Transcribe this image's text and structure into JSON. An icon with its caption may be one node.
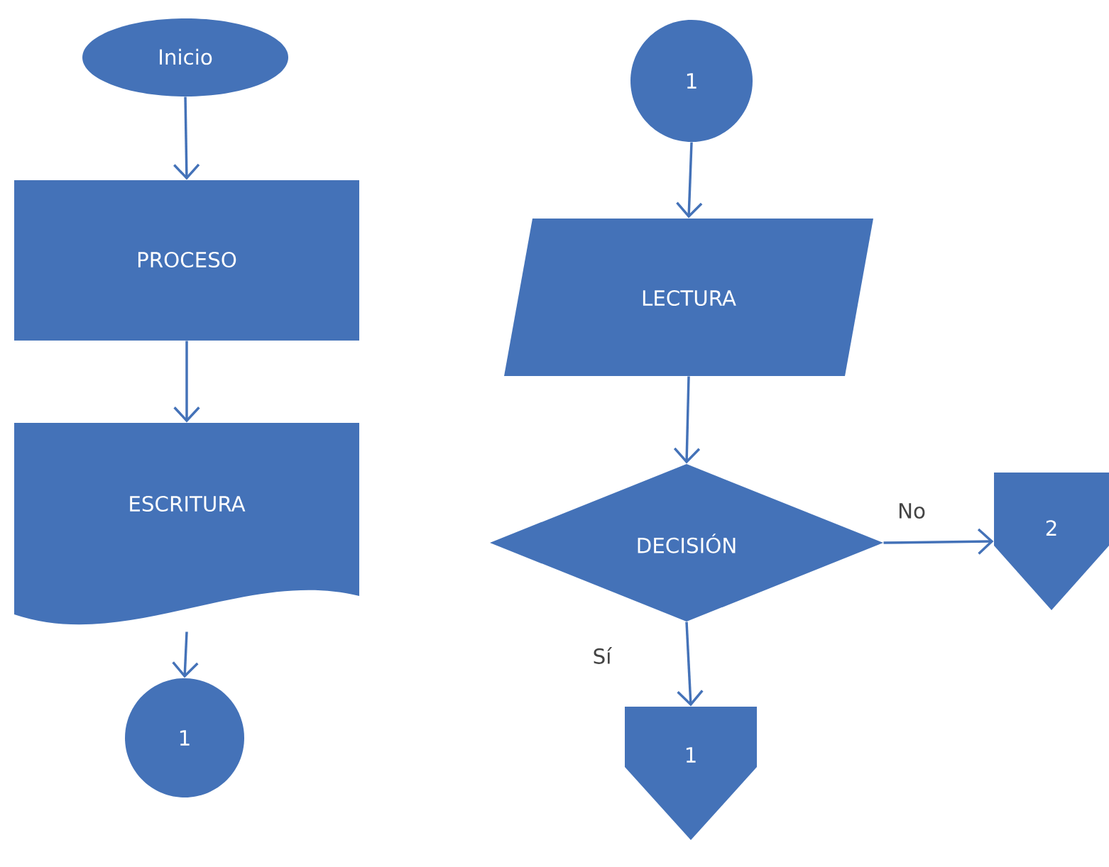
{
  "diagram": {
    "nodes": [
      {
        "text": [
          "Inicio"
        ]
      },
      {
        "text": [
          "PROCESO"
        ]
      },
      {
        "text": [
          "ESCRITURA"
        ]
      },
      {
        "text": [
          "1"
        ]
      },
      {
        "text": [
          "1"
        ]
      },
      {
        "text": [
          "LECTURA"
        ]
      },
      {
        "text": [
          "DECISIÓN"
        ]
      },
      {
        "text": [
          "2"
        ]
      },
      {
        "text": [
          "1"
        ]
      }
    ],
    "edges": [
      {
        "from": 0,
        "to": 1,
        "arrow": "to"
      },
      {
        "from": 1,
        "to": 2,
        "arrow": "to"
      },
      {
        "from": 2,
        "to": 3,
        "arrow": "to"
      },
      {
        "from": 4,
        "to": 5,
        "arrow": "to"
      },
      {
        "from": 5,
        "to": 6,
        "arrow": "to"
      },
      {
        "from": 6,
        "to": 7,
        "arrow": "to",
        "label": "No"
      },
      {
        "from": 6,
        "to": 8,
        "arrow": "to",
        "label": "Sí"
      }
    ]
  }
}
